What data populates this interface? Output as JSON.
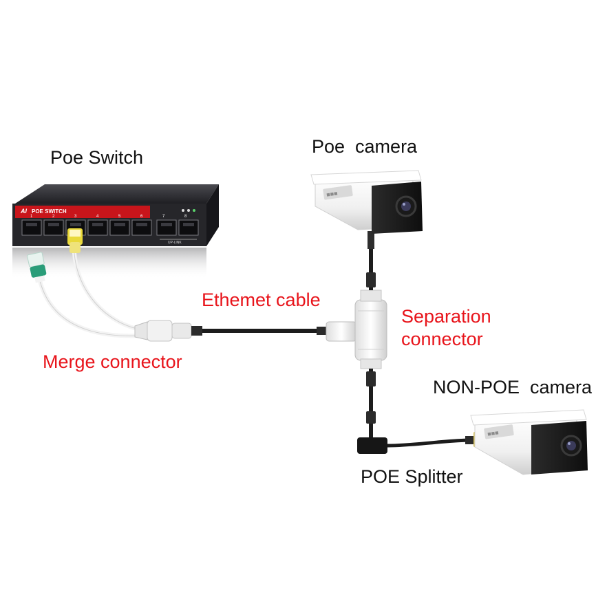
{
  "labels": {
    "poe_switch": "Poe Switch",
    "poe_camera": "Poe  camera",
    "non_poe_camera": "NON-POE  camera",
    "poe_splitter": "POE Splitter",
    "ethernet_cable": "Ethemet cable",
    "separation_line1": "Separation",
    "separation_line2": "connector",
    "merge_connector": "Merge connector"
  },
  "switch_panel": {
    "brand": "POE SWITCH",
    "ports": [
      "1",
      "2",
      "3",
      "4",
      "5",
      "6",
      "7",
      "8"
    ],
    "uplink_label": "UP-LINK"
  },
  "camera_badge": "■■■",
  "colors": {
    "label_text": "#111111",
    "red_label": "#e8141b",
    "switch_body": "#26262a",
    "switch_stripe": "#c8151b",
    "cable": "#1c1c1c",
    "white_cable": "#f3f3f3",
    "camera_body": "#f4f4f4",
    "camera_front": "#1e1e1e",
    "green_plug": "#2a9d79",
    "yellow_plug": "#e9d93a"
  }
}
